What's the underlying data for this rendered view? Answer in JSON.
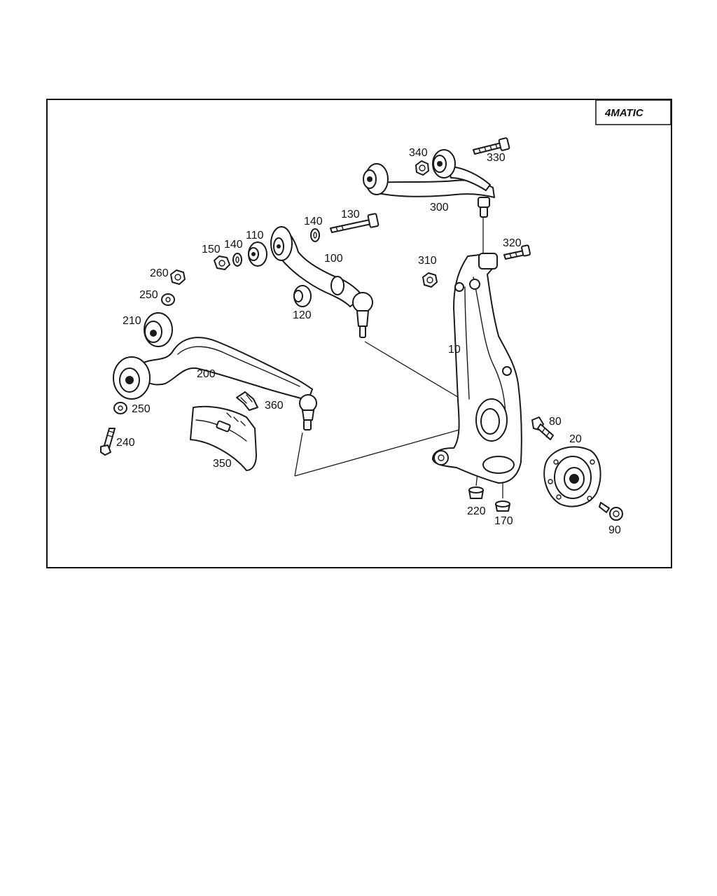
{
  "diagram": {
    "badge": "4MATIC",
    "callouts": {
      "c10": "10",
      "c20": "20",
      "c80": "80",
      "c90": "90",
      "c100": "100",
      "c110": "110",
      "c120": "120",
      "c130": "130",
      "c140a": "140",
      "c140b": "140",
      "c150": "150",
      "c170": "170",
      "c200": "200",
      "c210": "210",
      "c220": "220",
      "c240": "240",
      "c250a": "250",
      "c250b": "250",
      "c260": "260",
      "c300": "300",
      "c310": "310",
      "c320": "320",
      "c330": "330",
      "c340": "340",
      "c350": "350",
      "c360": "360"
    }
  }
}
